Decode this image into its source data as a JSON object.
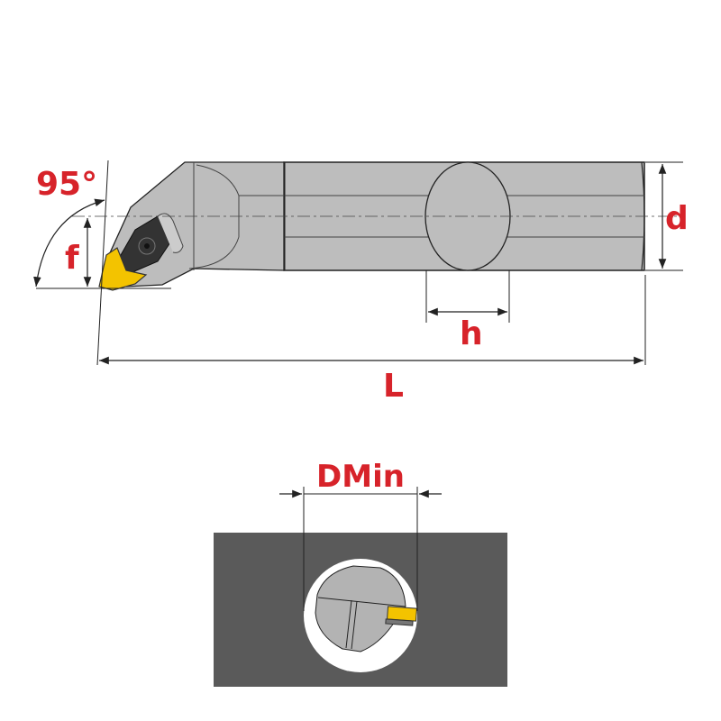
{
  "labels": {
    "angle": "95°",
    "f": "f",
    "d": "d",
    "h": "h",
    "L": "L",
    "dmin": "DMin"
  },
  "colors": {
    "label_red": "#d7232a",
    "body_gray": "#bdbdbd",
    "insert_yellow": "#f3c300",
    "workpiece_gray": "#5a5a5a",
    "line": "#222222"
  }
}
